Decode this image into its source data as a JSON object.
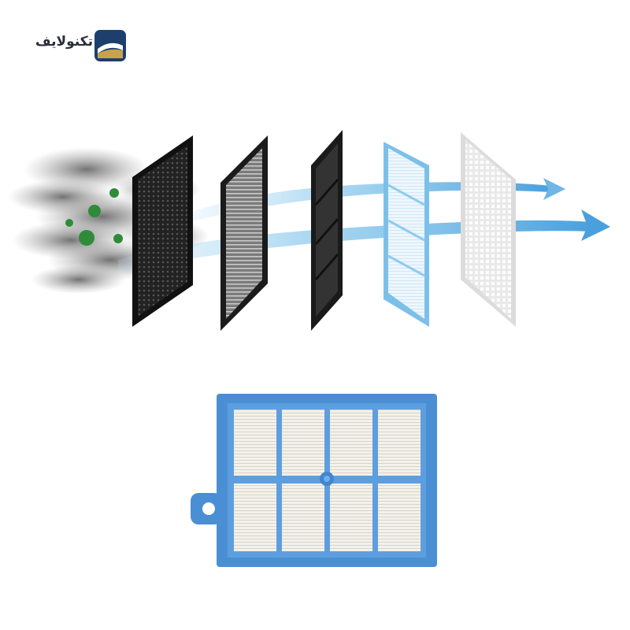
{
  "logo": {
    "text": "تکنولایف",
    "icon": "technolife-logo-icon",
    "colors": {
      "blue": "#1d3f6e",
      "gold": "#c9a24a"
    }
  },
  "illustration": {
    "layers": [
      "activated-carbon-filter",
      "hepa-filter",
      "carbon-grid-filter",
      "blue-frame-filter",
      "white-mesh-filter"
    ],
    "colors": {
      "airflow": "#7fc3ea",
      "arrow": "#4aa0dd",
      "frame_blue": "#4f9ad6",
      "germ": "#2f8b3a"
    }
  },
  "product": {
    "name_icon": "hepa-filter-product",
    "colors": {
      "frame": "#4a8fd4",
      "pleat": "#f1efe7"
    }
  }
}
